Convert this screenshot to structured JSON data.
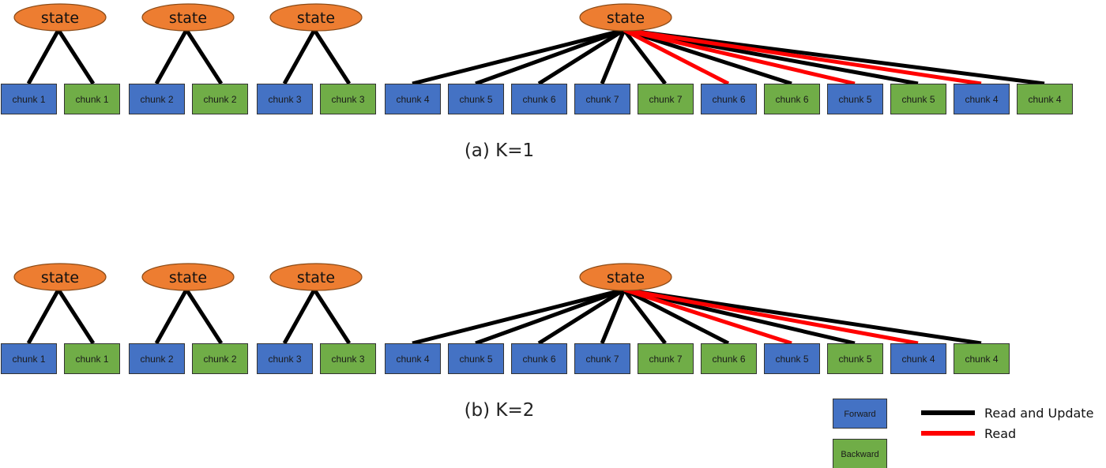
{
  "colors": {
    "forward": "#4472c4",
    "backward": "#70ad47",
    "state": "#ed7d31",
    "state_border": "#8a4a16",
    "read_update_line": "#000000",
    "read_line": "#ff0000",
    "box_border": "#333333"
  },
  "state_label": "state",
  "panels": [
    {
      "caption": "(a) K=1",
      "groups": [
        {
          "chunks": [
            {
              "label": "chunk 1",
              "kind": "forward",
              "edge": "read_update"
            },
            {
              "label": "chunk 1",
              "kind": "backward",
              "edge": "read_update"
            }
          ]
        },
        {
          "chunks": [
            {
              "label": "chunk 2",
              "kind": "forward",
              "edge": "read_update"
            },
            {
              "label": "chunk 2",
              "kind": "backward",
              "edge": "read_update"
            }
          ]
        },
        {
          "chunks": [
            {
              "label": "chunk 3",
              "kind": "forward",
              "edge": "read_update"
            },
            {
              "label": "chunk 3",
              "kind": "backward",
              "edge": "read_update"
            }
          ]
        },
        {
          "chunks": [
            {
              "label": "chunk 4",
              "kind": "forward",
              "edge": "read_update"
            },
            {
              "label": "chunk 5",
              "kind": "forward",
              "edge": "read_update"
            },
            {
              "label": "chunk 6",
              "kind": "forward",
              "edge": "read_update"
            },
            {
              "label": "chunk 7",
              "kind": "forward",
              "edge": "read_update"
            },
            {
              "label": "chunk 7",
              "kind": "backward",
              "edge": "read_update"
            },
            {
              "label": "chunk 6",
              "kind": "forward",
              "edge": "read"
            },
            {
              "label": "chunk 6",
              "kind": "backward",
              "edge": "read_update"
            },
            {
              "label": "chunk 5",
              "kind": "forward",
              "edge": "read"
            },
            {
              "label": "chunk 5",
              "kind": "backward",
              "edge": "read_update"
            },
            {
              "label": "chunk 4",
              "kind": "forward",
              "edge": "read"
            },
            {
              "label": "chunk 4",
              "kind": "backward",
              "edge": "read_update"
            }
          ]
        }
      ]
    },
    {
      "caption": "(b) K=2",
      "groups": [
        {
          "chunks": [
            {
              "label": "chunk 1",
              "kind": "forward",
              "edge": "read_update"
            },
            {
              "label": "chunk 1",
              "kind": "backward",
              "edge": "read_update"
            }
          ]
        },
        {
          "chunks": [
            {
              "label": "chunk 2",
              "kind": "forward",
              "edge": "read_update"
            },
            {
              "label": "chunk 2",
              "kind": "backward",
              "edge": "read_update"
            }
          ]
        },
        {
          "chunks": [
            {
              "label": "chunk 3",
              "kind": "forward",
              "edge": "read_update"
            },
            {
              "label": "chunk 3",
              "kind": "backward",
              "edge": "read_update"
            }
          ]
        },
        {
          "chunks": [
            {
              "label": "chunk 4",
              "kind": "forward",
              "edge": "read_update"
            },
            {
              "label": "chunk 5",
              "kind": "forward",
              "edge": "read_update"
            },
            {
              "label": "chunk 6",
              "kind": "forward",
              "edge": "read_update"
            },
            {
              "label": "chunk 7",
              "kind": "forward",
              "edge": "read_update"
            },
            {
              "label": "chunk 7",
              "kind": "backward",
              "edge": "read_update"
            },
            {
              "label": "chunk 6",
              "kind": "backward",
              "edge": "read_update"
            },
            {
              "label": "chunk 5",
              "kind": "forward",
              "edge": "read"
            },
            {
              "label": "chunk 5",
              "kind": "backward",
              "edge": "read_update"
            },
            {
              "label": "chunk 4",
              "kind": "forward",
              "edge": "read"
            },
            {
              "label": "chunk 4",
              "kind": "backward",
              "edge": "read_update"
            }
          ]
        }
      ]
    }
  ],
  "legend": {
    "boxes": [
      {
        "label": "Forward",
        "kind": "forward"
      },
      {
        "label": "Backward",
        "kind": "backward"
      }
    ],
    "lines": [
      {
        "label": "Read and Update",
        "edge": "read_update"
      },
      {
        "label": "Read",
        "edge": "read"
      }
    ]
  }
}
